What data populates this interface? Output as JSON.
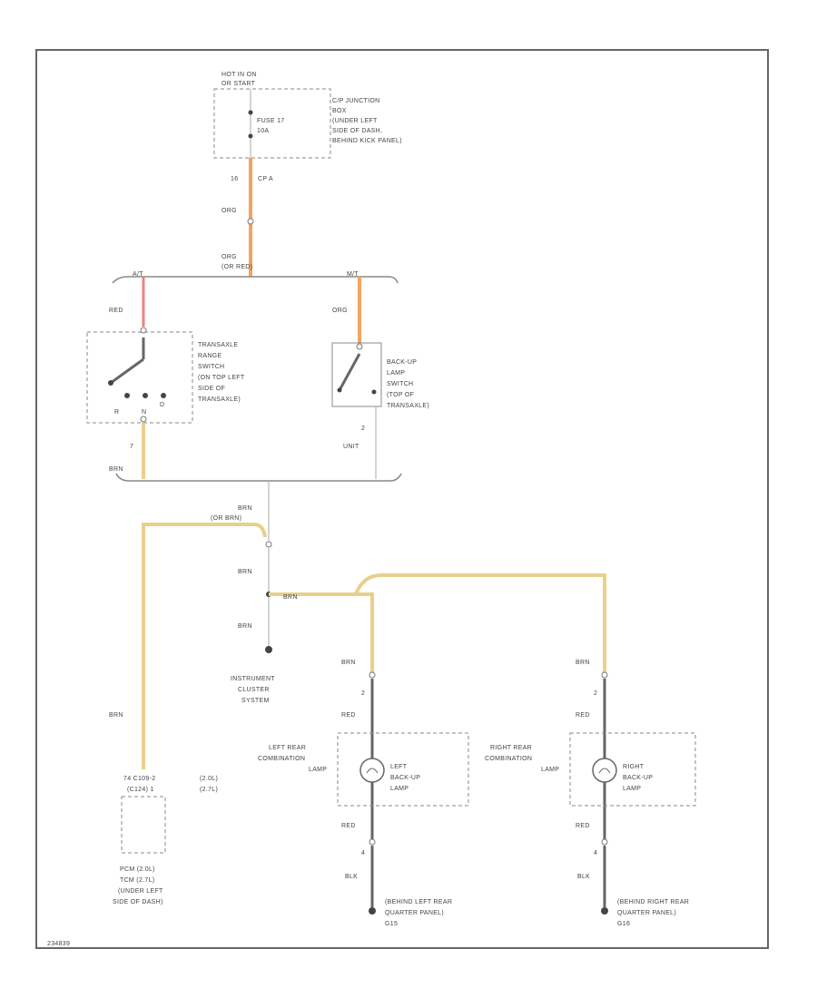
{
  "power_source": {
    "hot_label_1": "HOT IN ON",
    "hot_label_2": "OR START",
    "fuse_1": "FUSE 17",
    "fuse_2": "10A",
    "junction_box": [
      "C/P JUNCTION",
      "BOX",
      "(UNDER LEFT",
      "SIDE OF DASH,",
      "BEHIND KICK PANEL)"
    ]
  },
  "wire_labels": {
    "pin_16": "16",
    "conn_cp_a": "CP A",
    "org_1": "ORG",
    "org_2": "ORG",
    "org_splice": "(OR RED)",
    "at": "A/T",
    "mt": "M/T",
    "red": "RED",
    "org_3": "ORG",
    "pin_7": "7",
    "brn_1": "BRN",
    "pin_2_switch": "2",
    "unit": "UNIT",
    "brn_2": "BRN",
    "brn_splice": "(OR BRN)",
    "brn_3": "BRN",
    "brn_4": "BRN",
    "brn_5": "BRN",
    "brn_6": "BRN",
    "brn_7": "BRN",
    "brn_8": "BRN",
    "pin_2_left": "2",
    "red_l": "RED",
    "pin_2_right": "2",
    "red_r": "RED",
    "red_l2": "RED",
    "pin_4_left": "4",
    "blk_l": "BLK",
    "red_r2": "RED",
    "pin_4_right": "4",
    "blk_r": "BLK"
  },
  "components": {
    "trans_range_switch": [
      "TRANSAXLE",
      "RANGE",
      "SWITCH",
      "(ON TOP LEFT",
      "SIDE OF",
      "TRANSAXLE)"
    ],
    "switch_pos_r": "R",
    "switch_pos_n": "N",
    "switch_pos_d": "D",
    "backup_switch": [
      "BACK-UP",
      "LAMP",
      "SWITCH",
      "(TOP OF",
      "TRANSAXLE)"
    ],
    "instrument_cluster": [
      "INSTRUMENT",
      "CLUSTER",
      "SYSTEM"
    ],
    "left_comb_lamp": [
      "LEFT REAR",
      "COMBINATION",
      "LAMP"
    ],
    "left_backup_lamp": [
      "LEFT",
      "BACK-UP",
      "LAMP"
    ],
    "right_comb_lamp": [
      "RIGHT REAR",
      "COMBINATION",
      "LAMP"
    ],
    "right_backup_lamp": [
      "RIGHT",
      "BACK-UP",
      "LAMP"
    ],
    "pcm_connector": [
      "74 C109-2",
      "(C124) 1"
    ],
    "pcm_engine": [
      "(2.0L)",
      "(2.7L)"
    ],
    "pcm_location": [
      "PCM (2.0L)",
      "TCM (2.7L)",
      "(UNDER LEFT",
      "SIDE OF DASH)"
    ],
    "left_ground": [
      "(BEHIND LEFT REAR",
      "QUARTER PANEL)",
      "G15"
    ],
    "right_ground": [
      "(BEHIND RIGHT REAR",
      "QUARTER PANEL)",
      "G16"
    ]
  },
  "footer_code": "234839"
}
